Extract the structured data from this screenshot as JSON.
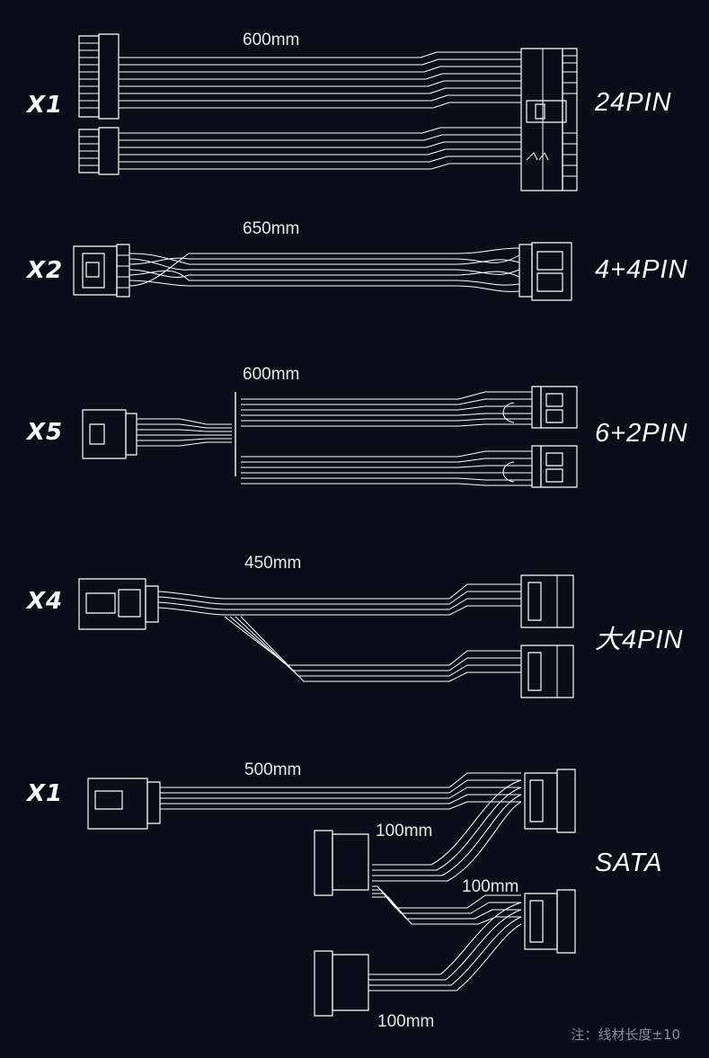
{
  "cables": [
    {
      "qty": "X1",
      "connector": "24PIN",
      "length": "600mm"
    },
    {
      "qty": "X2",
      "connector": "4+4PIN",
      "length": "650mm"
    },
    {
      "qty": "X5",
      "connector": "6+2PIN",
      "length": "600mm"
    },
    {
      "qty": "X4",
      "connector": "大4PIN",
      "length": "450mm"
    },
    {
      "qty": "X1",
      "connector": "SATA",
      "length": "500mm",
      "sub_lengths": [
        "100mm",
        "100mm",
        "100mm"
      ]
    }
  ],
  "note": "注：线材长度±10",
  "colors": {
    "background": "#0a0d18",
    "line": "#ffffff",
    "note": "#8a8d99"
  }
}
